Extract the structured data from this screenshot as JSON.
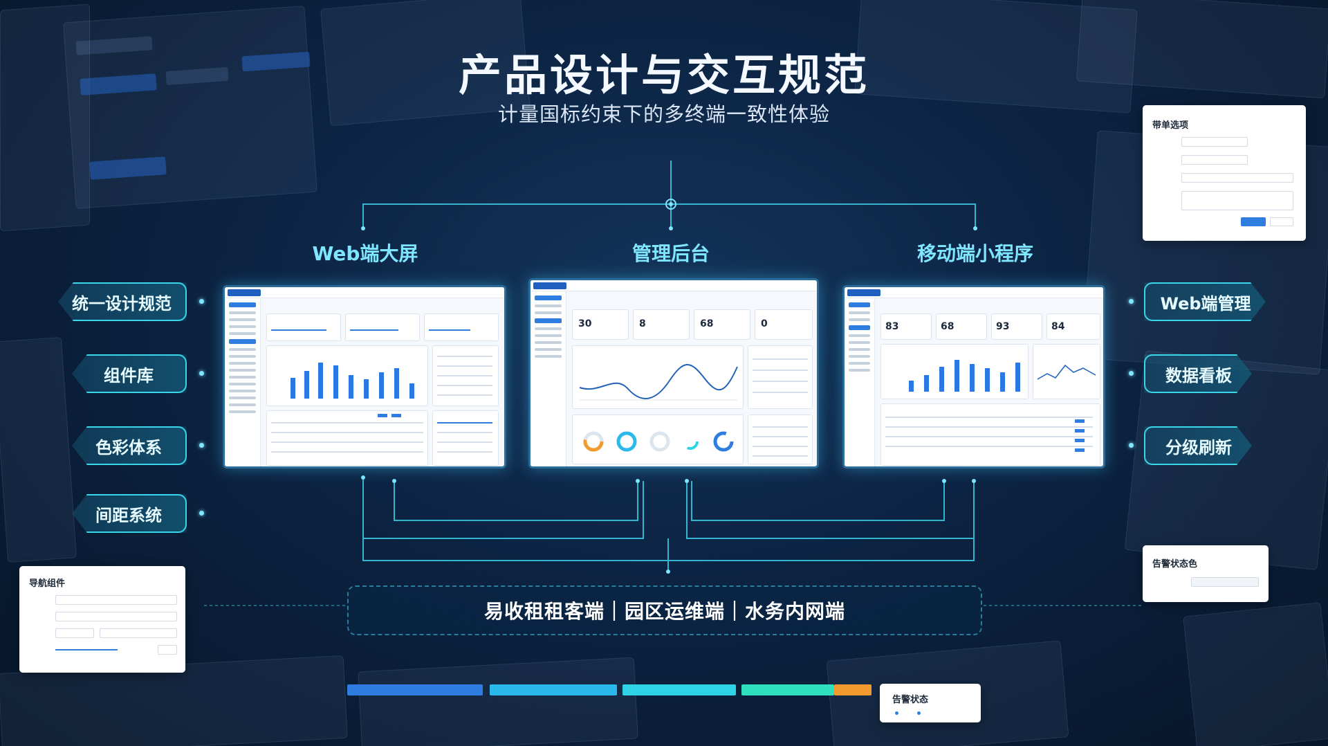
{
  "header": {
    "title": "产品设计与交互规范",
    "subtitle": "计量国标约束下的多终端一致性体验"
  },
  "columns": [
    {
      "label": "Web端大屏"
    },
    {
      "label": "管理后台"
    },
    {
      "label": "移动端小程序"
    }
  ],
  "left_tags": [
    {
      "label": "统一设计规范"
    },
    {
      "label": "组件库"
    },
    {
      "label": "色彩体系"
    },
    {
      "label": "间距系统"
    }
  ],
  "right_tags": [
    {
      "label": "Web端管理"
    },
    {
      "label": "数据看板"
    },
    {
      "label": "分级刷新"
    }
  ],
  "platforms": {
    "text": "易收租租客端｜园区运维端｜水务内网端"
  },
  "cards": {
    "form_top_right": {
      "title": "带单选项"
    },
    "nav_component": {
      "title": "导航组件"
    },
    "alert_color": {
      "title": "告警状态色"
    },
    "alert_status": {
      "title": "告警状态"
    }
  },
  "screens": {
    "admin": {
      "kpis": [
        "30",
        "8",
        "68",
        "0"
      ]
    },
    "mobile": {
      "kpis": [
        "83",
        "68",
        "93",
        "84"
      ]
    }
  },
  "colors": {
    "accent": "#39d7ec",
    "title_cyan": "#7fe6ff",
    "background": "#0c2342",
    "palette": [
      "#2f7de1",
      "#2bb8ea",
      "#2fd3e6",
      "#2fe0c0",
      "#f29a2e"
    ]
  }
}
